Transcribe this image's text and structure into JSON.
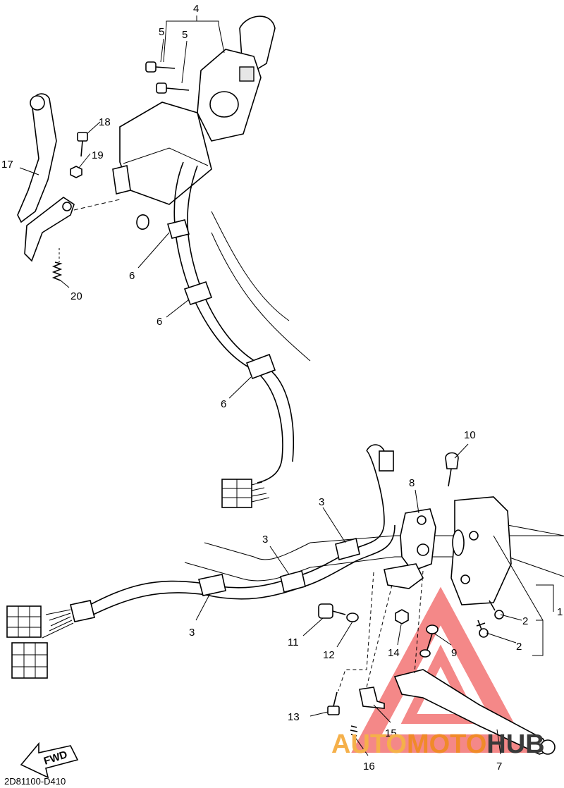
{
  "diagram_code": "2D81100-D410",
  "fwd_label": "FWD",
  "watermark": {
    "word_a": "AUTO",
    "word_b": "MOTO",
    "word_c": "HUB",
    "color_a": "#f5b04a",
    "color_b": "#f08a2a",
    "color_c": "#3a3a3a",
    "triangle_color": "#f06060"
  },
  "callouts": {
    "c1": "1",
    "c2a": "2",
    "c2b": "2",
    "c3a": "3",
    "c3b": "3",
    "c3c": "3",
    "c4": "4",
    "c5a": "5",
    "c5b": "5",
    "c6a": "6",
    "c6b": "6",
    "c6c": "6",
    "c7": "7",
    "c8": "8",
    "c9": "9",
    "c10": "10",
    "c11": "11",
    "c12": "12",
    "c13": "13",
    "c14": "14",
    "c15": "15",
    "c16": "16",
    "c17": "17",
    "c18": "18",
    "c19": "19",
    "c20": "20"
  }
}
